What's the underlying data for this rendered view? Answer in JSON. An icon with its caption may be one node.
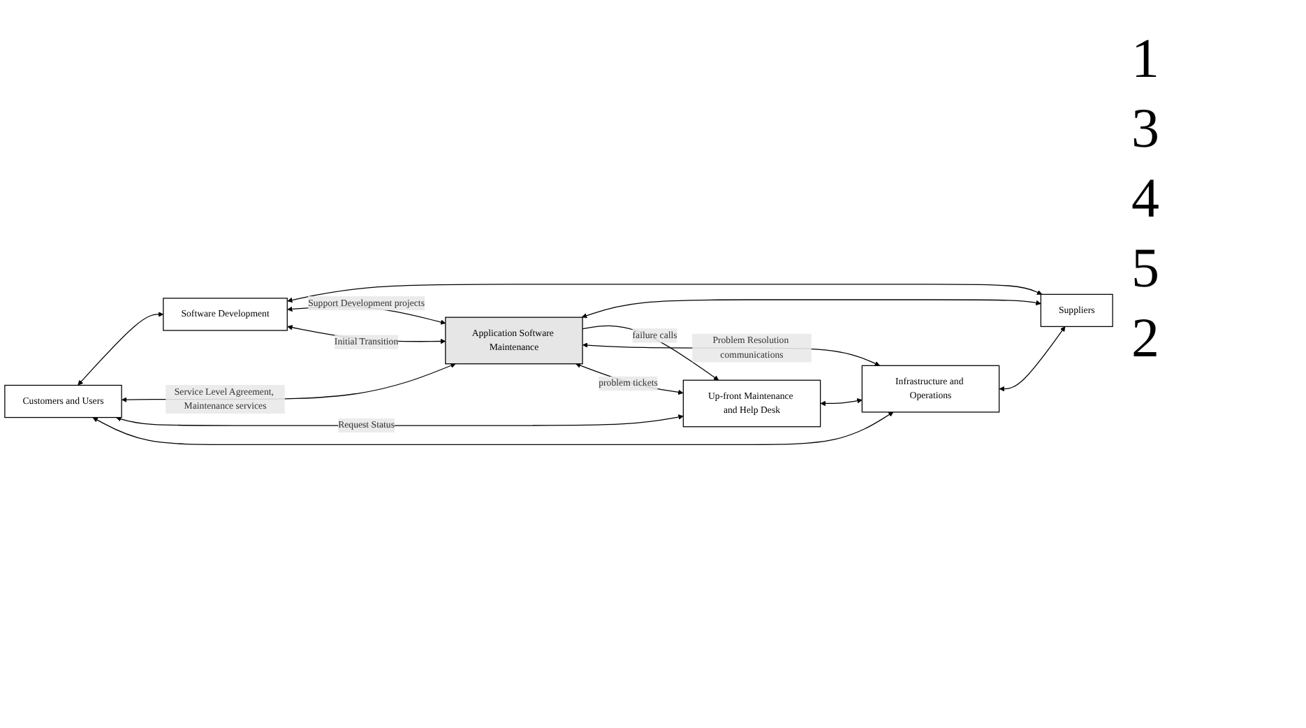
{
  "diagram": {
    "nodes": [
      {
        "text": [
          "Customers and Users"
        ]
      },
      {
        "text": [
          "Software Development"
        ]
      },
      {
        "text": [
          "Suppliers"
        ]
      },
      {
        "text": [
          "Application Software Maintenance"
        ]
      },
      {
        "text": [
          "Up-front Maintenance and Help Desk"
        ]
      },
      {
        "text": [
          "Infrastructure and Operations"
        ]
      }
    ],
    "edges": [
      {
        "from": 0,
        "to": 1,
        "arrow": "both"
      },
      {
        "from": 1,
        "to": 2,
        "arrow": "both"
      },
      {
        "from": 0,
        "to": 3,
        "arrow": "both",
        "label": "Service Level Agreement, Maintenance services"
      },
      {
        "from": 1,
        "to": 3,
        "arrow": "both",
        "label": "Support Development projects"
      },
      {
        "from": 1,
        "to": 3,
        "arrow": "both",
        "label": "Initial Transition"
      },
      {
        "from": 3,
        "to": 2,
        "arrow": "both"
      },
      {
        "from": 0,
        "to": 4,
        "arrow": "both",
        "label": "Request Status"
      },
      {
        "from": 3,
        "to": 4,
        "arrow": "to",
        "label": "failure calls"
      },
      {
        "from": 4,
        "to": 3,
        "arrow": "both",
        "label": "problem tickets"
      },
      {
        "from": 4,
        "to": 5,
        "arrow": "both"
      },
      {
        "from": 3,
        "to": 5,
        "arrow": "both",
        "label": "Problem Resolution communications"
      },
      {
        "from": 0,
        "to": 5,
        "arrow": "both"
      },
      {
        "from": 5,
        "to": 2,
        "arrow": "both"
      }
    ],
    "labels": [
      "1",
      "3",
      "4",
      "5",
      "2"
    ]
  }
}
